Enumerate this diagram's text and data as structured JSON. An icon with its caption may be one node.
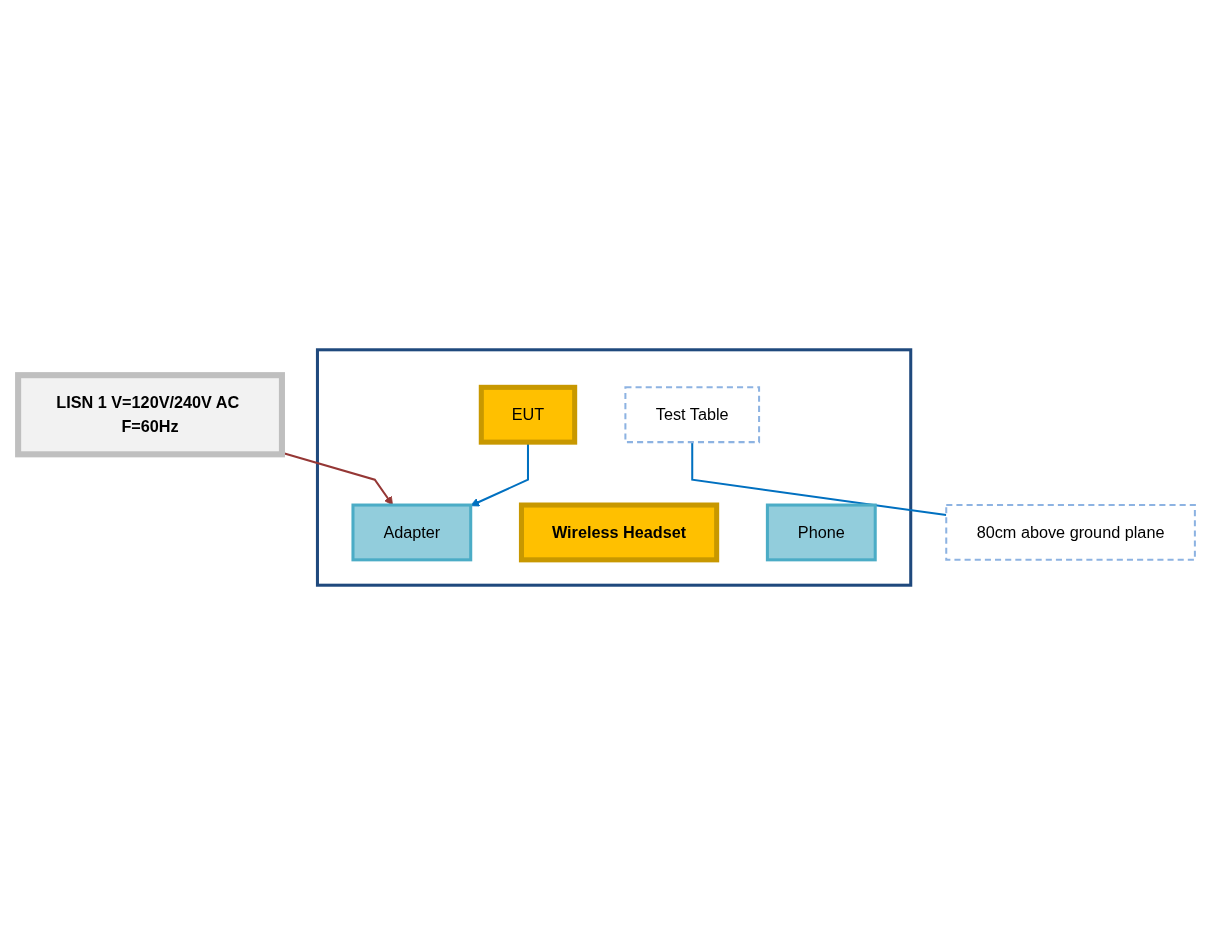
{
  "diagram": {
    "nodes": [
      {
        "text": [
          "LISN 1 V=120V/240V AC F=60Hz"
        ]
      },
      {
        "text": [],
        "shape": "box"
      },
      {
        "text": [
          "Adapter"
        ],
        "in": 1
      },
      {
        "text": [
          "EUT"
        ],
        "in": 1
      },
      {
        "text": [
          "Wireless Headset"
        ],
        "in": 1
      },
      {
        "text": [
          "Phone"
        ],
        "in": 1
      },
      {
        "text": [
          "Test Table"
        ],
        "in": 1
      },
      {
        "text": [
          "80cm above ground plane"
        ]
      }
    ],
    "edges": [
      {
        "from": 0,
        "to": 2,
        "arrow": "to",
        "color": "#953735"
      },
      {
        "from": 3,
        "to": 2,
        "arrow": "to"
      },
      {
        "from": 6,
        "to": 7,
        "arrow": "none"
      }
    ]
  }
}
